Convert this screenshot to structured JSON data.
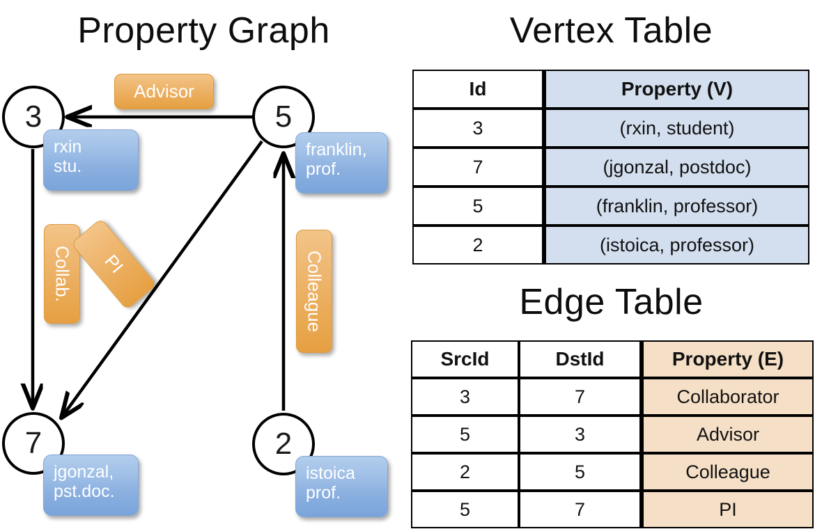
{
  "titles": {
    "property_graph": "Property Graph",
    "vertex_table": "Vertex Table",
    "edge_table": "Edge Table"
  },
  "graph": {
    "nodes": [
      {
        "id": "3",
        "property_line1": "rxin",
        "property_line2": "stu."
      },
      {
        "id": "5",
        "property_line1": "franklin,",
        "property_line2": "prof."
      },
      {
        "id": "7",
        "property_line1": "jgonzal,",
        "property_line2": "pst.doc."
      },
      {
        "id": "2",
        "property_line1": "istoica",
        "property_line2": "prof."
      }
    ],
    "edge_labels": {
      "advisor": "Advisor",
      "collab": "Collab.",
      "pi": "PI",
      "colleague": "Colleague"
    }
  },
  "vertex_table": {
    "headers": [
      "Id",
      "Property (V)"
    ],
    "rows": [
      {
        "id": "3",
        "property": "(rxin, student)"
      },
      {
        "id": "7",
        "property": "(jgonzal, postdoc)"
      },
      {
        "id": "5",
        "property": "(franklin, professor)"
      },
      {
        "id": "2",
        "property": "(istoica, professor)"
      }
    ]
  },
  "edge_table": {
    "headers": [
      "SrcId",
      "DstId",
      "Property (E)"
    ],
    "rows": [
      {
        "src": "3",
        "dst": "7",
        "property": "Collaborator"
      },
      {
        "src": "5",
        "dst": "3",
        "property": "Advisor"
      },
      {
        "src": "2",
        "dst": "5",
        "property": "Colleague"
      },
      {
        "src": "5",
        "dst": "7",
        "property": "PI"
      }
    ]
  },
  "colors": {
    "vertex_property_cell": "#d3deef",
    "edge_property_cell": "#f5dfc6",
    "node_box_blue": "#8bb0e0",
    "edge_label_orange": "#e9a852",
    "stroke": "#000000"
  }
}
